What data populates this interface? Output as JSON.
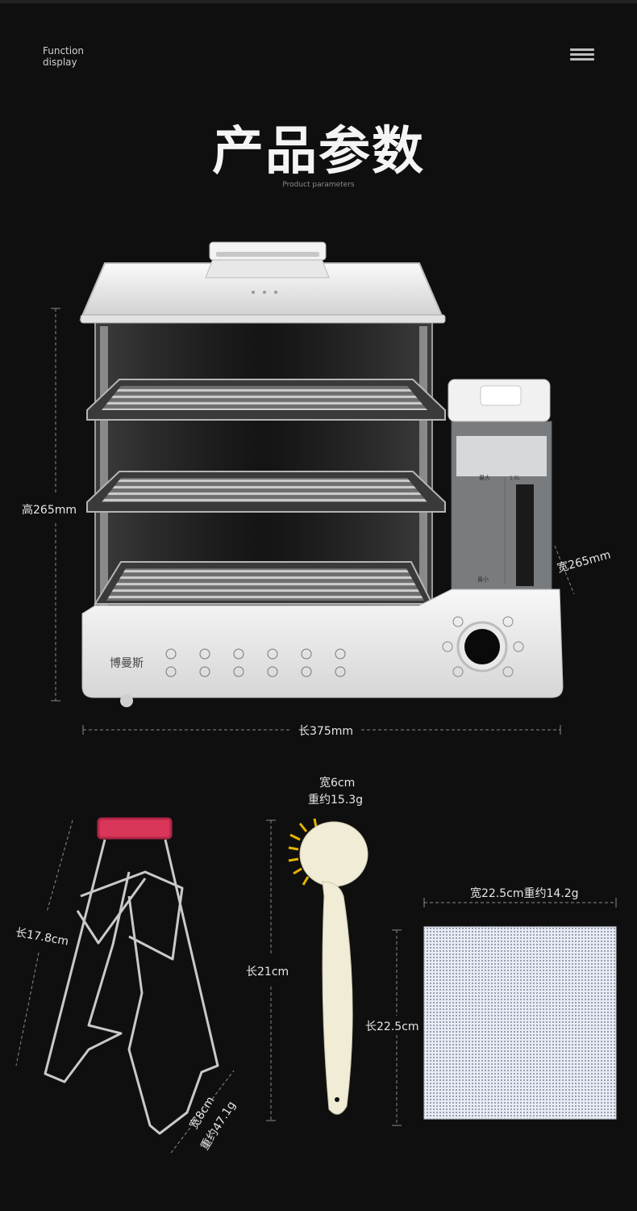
{
  "header": {
    "function_line1": "Function",
    "function_line2": "display",
    "title": "产品参数",
    "subtitle": "Product parameters"
  },
  "steamer": {
    "brand": "博曼斯",
    "height_label": "高265mm",
    "width_label": "宽265mm",
    "length_label": "长375mm",
    "water_max": "最大",
    "water_volume": "1.5L",
    "water_min": "最小"
  },
  "accessories": {
    "clip": {
      "length_label": "长17.8cm",
      "width_label": "宽8cm",
      "weight_label": "重约47.1g"
    },
    "brush": {
      "width_label": "宽6cm",
      "weight_label": "重约15.3g",
      "length_label": "长21cm"
    },
    "cloth": {
      "width_weight_label": "宽22.5cm重约14.2g",
      "length_label": "长22.5cm"
    }
  },
  "colors": {
    "background": "#0f0f0f",
    "accent_red": "#d9365a",
    "brush_bristle": "#e6b400"
  }
}
